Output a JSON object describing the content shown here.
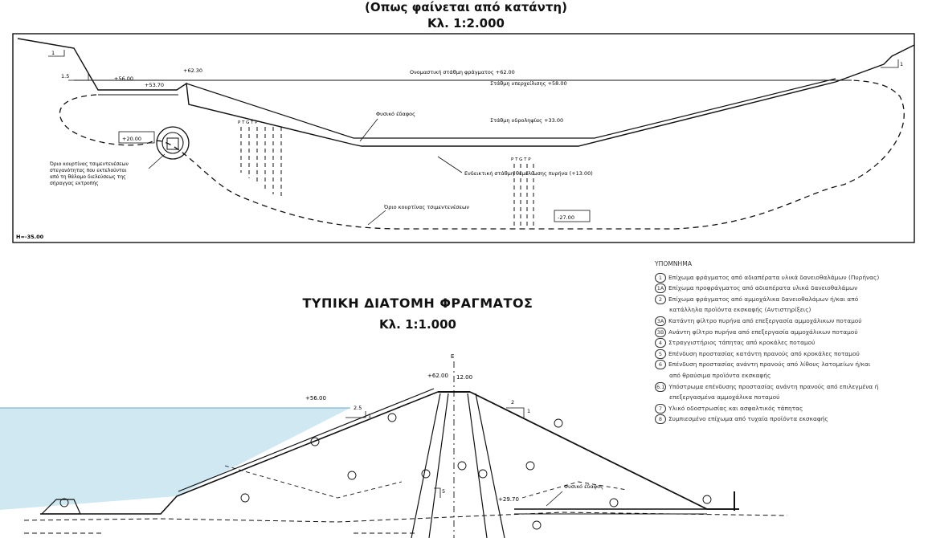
{
  "top_view": {
    "caption": "(Οπως φαίνεται από κατάντη)",
    "scale": "Κλ. 1:2.000",
    "labels": {
      "crest": "Ονομαστική στάθμη φράγματος +62.00",
      "spillway": "Στάθμη υπερχείλισης +58.00",
      "min_level": "Στάθμη υδροληψίας +33.00",
      "ground": "Φυσικό έδαφος",
      "foundation": "Ενδεικτική στάθμη θεμελίωσης πυρήνα (+13.00)",
      "grout_limit": "Όριο κουρτίνας τσιμεντενέσεων",
      "curtain_note": [
        "Όριο κουρτίνας τσιμεντενέσεων",
        "στεγανότητας που εκτελούνται",
        "από τη θάλαμο διελεύσεως της",
        "σήραγγας εκτροπής"
      ],
      "elev_6230": "+62.30",
      "elev_5600": "+56.00",
      "elev_5370": "+53.70",
      "elev_2000": "+20.00",
      "elev_m27": "-27.00",
      "h": "H=-35.00",
      "slope_left": "1.5",
      "slope_one": "1",
      "ticks": "P T G T P"
    }
  },
  "section": {
    "title": "ΤΥΠΙΚΗ ΔΙΑΤΟΜΗ ΦΡΑΓΜΑΤΟΣ",
    "scale": "Κλ. 1:1.000",
    "labels": {
      "cl": "Ε",
      "crest_left": "+62.00",
      "crest_width": "12.00",
      "water": "+56.00",
      "slope_up": "2.5",
      "slope_one": "1",
      "slope_down": "2",
      "core_slope": "5",
      "elev_2970": "+29.70",
      "ground": "Φυσικό έδαφος"
    }
  },
  "legend": {
    "title": "ΥΠΟΜΝΗΜΑ",
    "items": [
      {
        "num": "1",
        "lines": [
          "Επίχωμα φράγματος από αδιαπέρατα υλικά δανειοθαλάμων (Πυρήνας)"
        ]
      },
      {
        "num": "1Α",
        "lines": [
          "Επίχωμα προφράγματος από αδιαπέρατα υλικά δανειοθαλάμων"
        ]
      },
      {
        "num": "2",
        "lines": [
          "Επίχωμα φράγματος από αμμοχάλικα δανειοθαλάμων ή/και από",
          "κατάλληλα προϊόντα εκσκαφής (Αντιστηρίξεις)"
        ]
      },
      {
        "num": "3Α",
        "lines": [
          "Κατάντη φίλτρο πυρήνα από επεξεργασία αμμοχάλικων ποταμού"
        ]
      },
      {
        "num": "3Β",
        "lines": [
          "Ανάντη φίλτρο πυρήνα από επεξεργασία αμμοχάλικων ποταμού"
        ]
      },
      {
        "num": "4",
        "lines": [
          "Στραγγιστήριος τάπητας από κροκάλες ποταμού"
        ]
      },
      {
        "num": "5",
        "lines": [
          "Επένδυση προστασίας κατάντη πρανούς από κροκάλες ποταμού"
        ]
      },
      {
        "num": "6",
        "lines": [
          "Επένδυση προστασίας ανάντη πρανούς από λίθους λατομείων ή/και",
          "από θραύσιμα προϊόντα εκσκαφής"
        ]
      },
      {
        "num": "6.1",
        "lines": [
          "Υπόστρωμα επένδυσης προστασίας ανάντη πρανούς από επιλεγμένα ή",
          "επεξεργασμένα αμμοχάλικα ποταμού"
        ]
      },
      {
        "num": "7",
        "lines": [
          "Υλικό οδοστρωσίας και ασφαλτικός τάπητας"
        ]
      },
      {
        "num": "8",
        "lines": [
          "Συμπιεσμένο επίχωμα από τυχαία προϊόντα εκσκαφής"
        ]
      }
    ]
  },
  "colors": {
    "water": "#cfe8f2",
    "line": "#1a1a1a"
  }
}
